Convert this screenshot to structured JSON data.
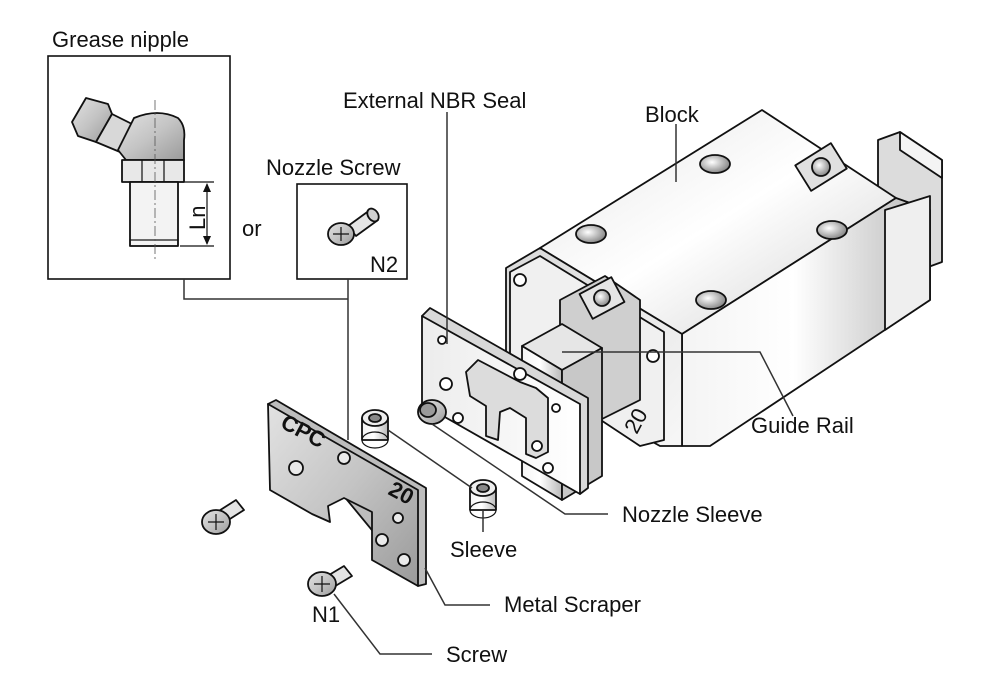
{
  "labels": {
    "grease_nipple": "Grease nipple",
    "or": "or",
    "nozzle_screw": "Nozzle Screw",
    "n2": "N2",
    "ln": "Ln",
    "external_nbr_seal": "External NBR Seal",
    "block": "Block",
    "guide_rail": "Guide Rail",
    "nozzle_sleeve": "Nozzle Sleeve",
    "sleeve": "Sleeve",
    "metal_scraper": "Metal Scraper",
    "n1": "N1",
    "screw": "Screw"
  },
  "part_markings": {
    "scraper_logo": "CPC",
    "size": "20"
  }
}
